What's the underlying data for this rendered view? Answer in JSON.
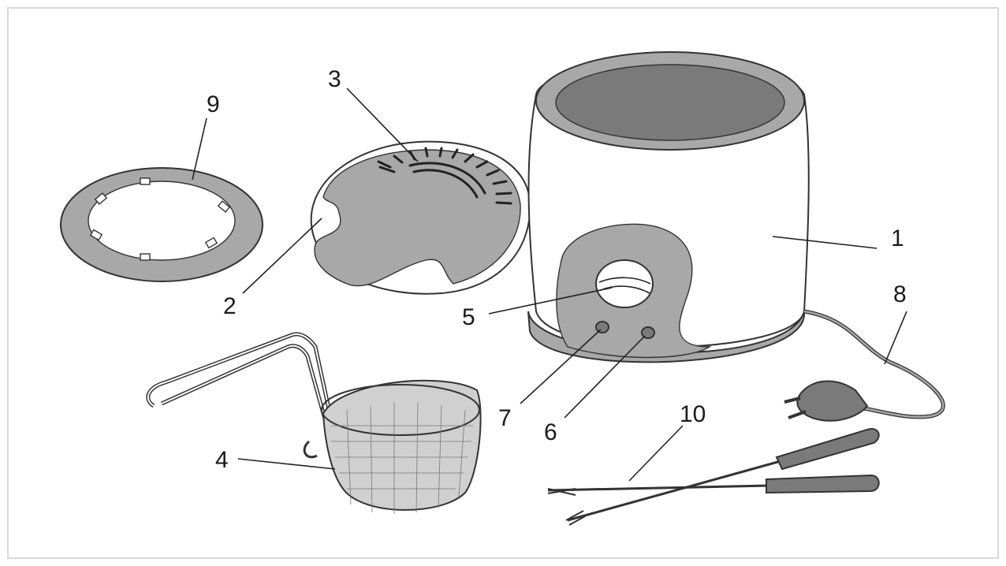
{
  "diagram": {
    "labels": {
      "body": "1",
      "lid": "2",
      "lid_vent": "3",
      "basket": "4",
      "window": "5",
      "light_6": "6",
      "light_7": "7",
      "cord": "8",
      "fork_ring": "9",
      "forks": "10"
    },
    "colors": {
      "outline": "#333333",
      "fill_grey": "#a8a8a8",
      "fill_dark": "#7a7a7a",
      "body_white": "#ffffff",
      "border": "#d9d9d9"
    }
  }
}
